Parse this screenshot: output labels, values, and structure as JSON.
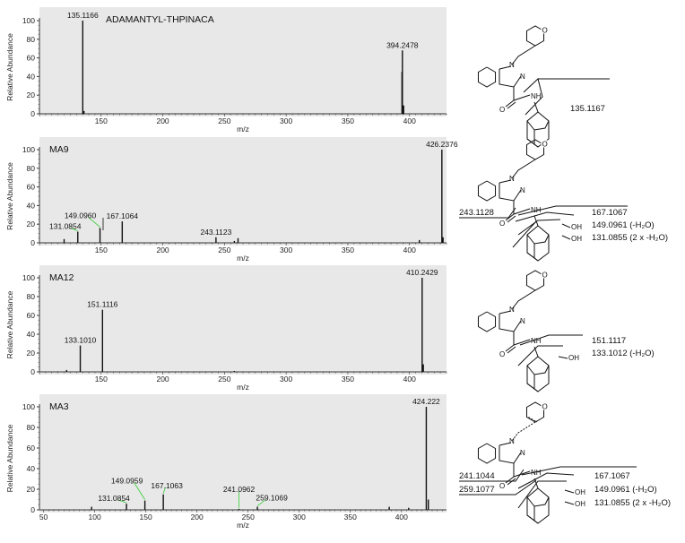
{
  "chart_data": [
    {
      "type": "bar",
      "title": "ADAMANTYL-THPINACA",
      "xlabel": "m/z",
      "ylabel": "Relative Abundance",
      "xlim": [
        100,
        430
      ],
      "ylim": [
        0,
        100
      ],
      "xticks": [
        150,
        200,
        250,
        300,
        350,
        400
      ],
      "yticks": [
        0,
        20,
        40,
        60,
        80,
        100
      ],
      "peaks": [
        [
          135.1166,
          100,
          "135.1166"
        ],
        [
          136.1,
          3,
          ""
        ],
        [
          394.2478,
          68,
          "394.2478"
        ],
        [
          393.9,
          45,
          ""
        ],
        [
          395.25,
          9,
          ""
        ]
      ]
    },
    {
      "type": "bar",
      "title": "MA9",
      "xlabel": "m/z",
      "ylabel": "Relative Abundance",
      "xlim": [
        100,
        430
      ],
      "ylim": [
        0,
        100
      ],
      "xticks": [
        150,
        200,
        250,
        300,
        350,
        400
      ],
      "yticks": [
        0,
        20,
        40,
        60,
        80,
        100
      ],
      "peaks": [
        [
          120,
          4,
          ""
        ],
        [
          131.0854,
          12,
          "131.0854"
        ],
        [
          149.096,
          16,
          "149.0960"
        ],
        [
          167.1064,
          23,
          "167.1064"
        ],
        [
          243.1123,
          6,
          "243.1123"
        ],
        [
          258,
          2,
          ""
        ],
        [
          261,
          5,
          ""
        ],
        [
          408,
          3,
          ""
        ],
        [
          426.2376,
          100,
          "426.2376"
        ],
        [
          427.2,
          6,
          ""
        ]
      ]
    },
    {
      "type": "bar",
      "title": "MA12",
      "xlabel": "m/z",
      "ylabel": "Relative Abundance",
      "xlim": [
        100,
        430
      ],
      "ylim": [
        0,
        100
      ],
      "xticks": [
        150,
        200,
        250,
        300,
        350,
        400
      ],
      "yticks": [
        0,
        20,
        40,
        60,
        80,
        100
      ],
      "peaks": [
        [
          122,
          2,
          ""
        ],
        [
          133.101,
          28,
          "133.1010"
        ],
        [
          151.1116,
          66,
          "151.1116"
        ],
        [
          258,
          1,
          ""
        ],
        [
          410.2429,
          100,
          "410.2429"
        ],
        [
          411.2,
          8,
          ""
        ]
      ]
    },
    {
      "type": "bar",
      "title": "MA3",
      "xlabel": "m/z",
      "ylabel": "Relative Abundance",
      "xlim": [
        46,
        444
      ],
      "ylim": [
        0,
        100
      ],
      "xticks": [
        50,
        100,
        150,
        200,
        250,
        300,
        350,
        400
      ],
      "yticks": [
        0,
        20,
        40,
        60,
        80,
        100
      ],
      "peaks": [
        [
          97,
          3,
          ""
        ],
        [
          131.0854,
          6,
          "131.0854"
        ],
        [
          149.0959,
          9,
          "149.0959"
        ],
        [
          167.1063,
          15,
          "167.1063"
        ],
        [
          241.0962,
          1,
          "241.0962"
        ],
        [
          259.1069,
          3,
          "259.1069"
        ],
        [
          388,
          3,
          ""
        ],
        [
          407,
          2,
          ""
        ],
        [
          424.222,
          100,
          "424.222"
        ],
        [
          426.2,
          10,
          ""
        ]
      ]
    }
  ],
  "structures": [
    {
      "labels": [
        "135.1167"
      ]
    },
    {
      "labels": [
        "243.1128",
        "167.1067",
        "149.0961 (-H₂O)",
        "131.0855 (2 x -H₂O)"
      ],
      "oh": [
        "OH",
        "OH"
      ]
    },
    {
      "labels": [
        "151.1117",
        "133.1012 (-H₂O)"
      ],
      "oh": [
        "OH"
      ]
    },
    {
      "labels": [
        "241.1044",
        "259.1077",
        "167.1067",
        "149.0961 (-H₂O)",
        "131.0855 (2 x -H₂O)"
      ],
      "oh": [
        "OH",
        "OH"
      ]
    }
  ],
  "atoms": {
    "N": "N",
    "O": "O",
    "NH": "NH"
  },
  "colors": {
    "plot_bg": "#e8e8e8",
    "peak": "#111111",
    "label_leader": "#33cc33"
  }
}
